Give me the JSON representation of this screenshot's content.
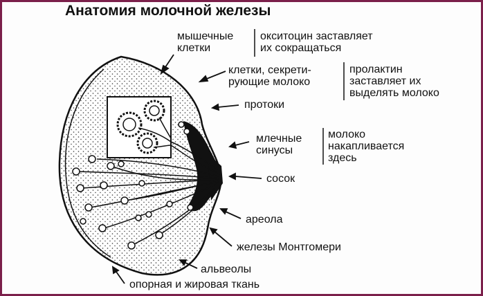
{
  "title": "Анатомия молочной железы",
  "labels": {
    "muscle_cells": [
      "мышечные",
      "клетки"
    ],
    "muscle_cells_note": [
      "окситоцин заставляет",
      "их сокращаться"
    ],
    "secretory_cells": [
      "клетки, секрети-",
      "рующие молоко"
    ],
    "secretory_cells_note": [
      "пролактин",
      "заставляет их",
      "выделять молоко"
    ],
    "ducts": "протоки",
    "milk_sinuses": [
      "млечные",
      "синусы"
    ],
    "milk_sinuses_note": [
      "молоко",
      "накапливается",
      "здесь"
    ],
    "nipple": "сосок",
    "areola": "ареола",
    "montgomery_glands": "железы Монтгомери",
    "alveoli": "альвеолы",
    "support_fat_tissue": "опорная и жировая ткань"
  },
  "colors": {
    "frame": "#7b1f4a",
    "ink": "#111111"
  }
}
